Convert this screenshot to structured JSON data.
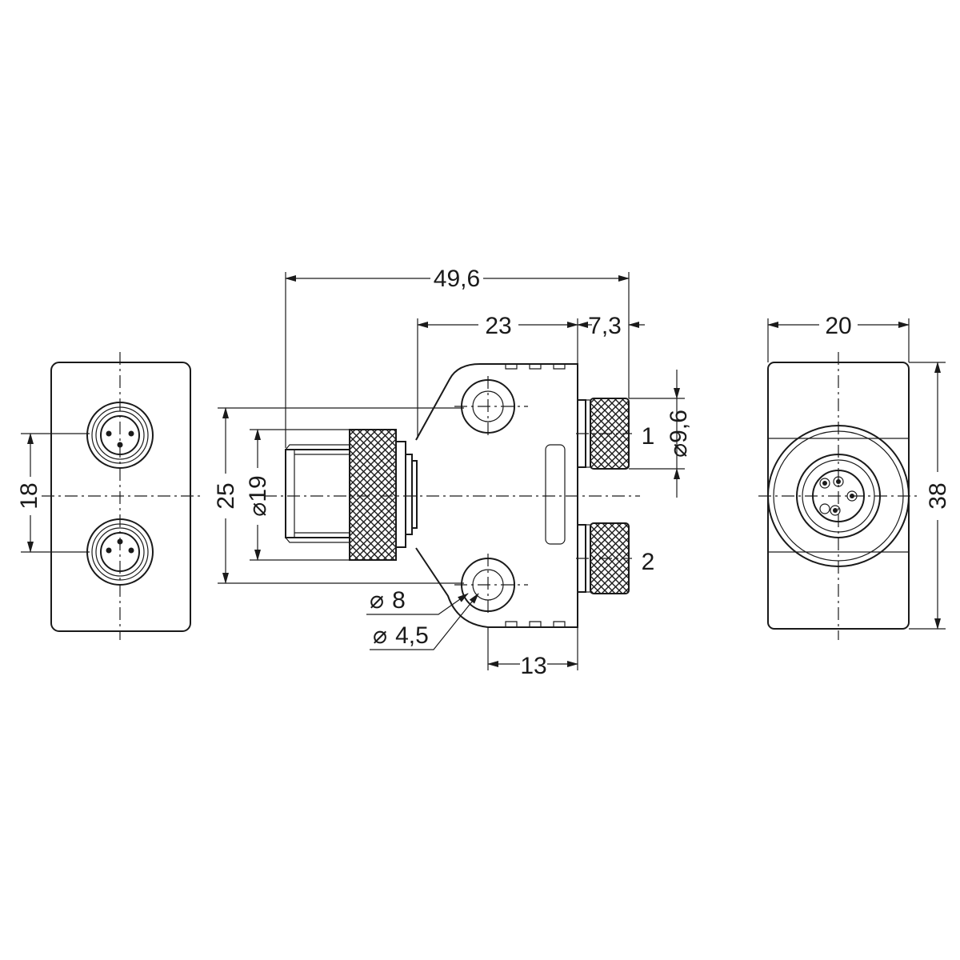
{
  "dimensions": {
    "overall_length": "49,6",
    "body_length": "23",
    "port_protrusion": "7,3",
    "side_width": "20",
    "port_spacing": "18",
    "height": "25",
    "main_diameter": "19",
    "port_diameter": "9,6",
    "counterbore_diameter": "8",
    "hole_diameter": "4,5",
    "hole_offset": "13",
    "side_height": "38"
  },
  "symbols": {
    "diameter": "⌀"
  },
  "ports": {
    "port1": "1",
    "port2": "2"
  }
}
